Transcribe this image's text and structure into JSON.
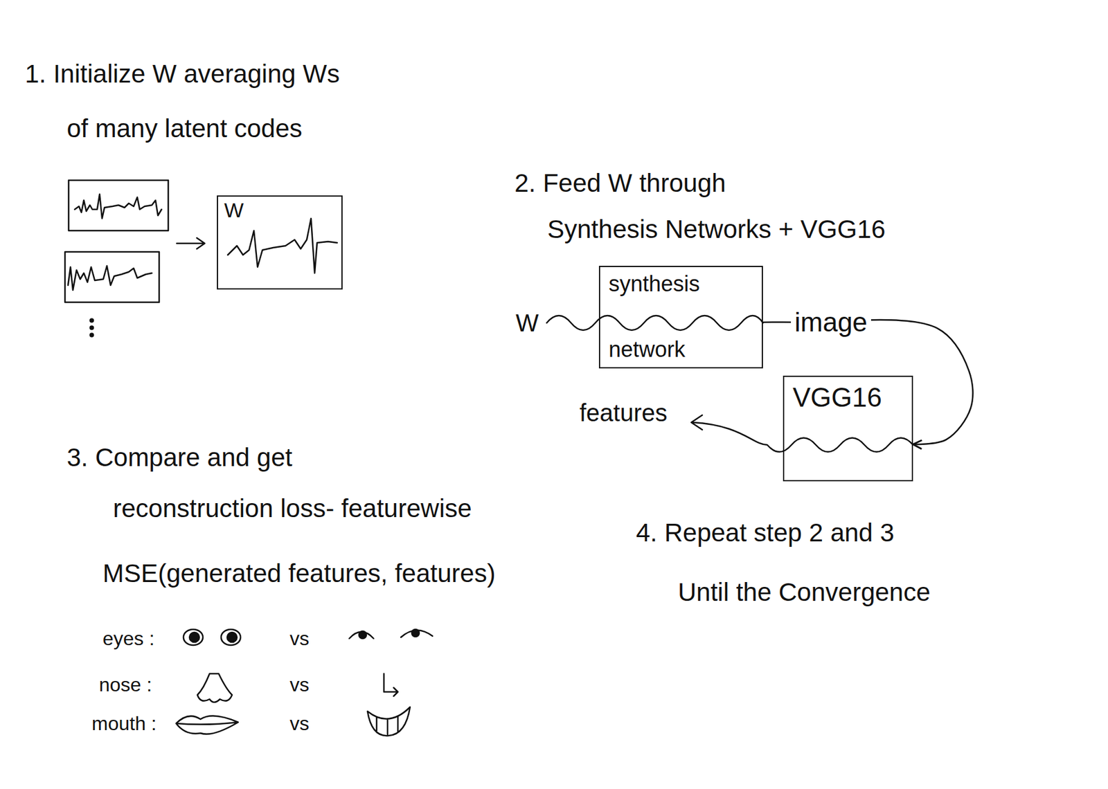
{
  "diagram": {
    "nodes": [
      {
        "text": [
          "W"
        ]
      },
      {
        "text": [
          "synthesis",
          "network"
        ]
      },
      {
        "text": [
          "VGG16"
        ]
      }
    ],
    "edges": [
      {
        "from": 1,
        "to": 2,
        "arrow": "to",
        "label": "image"
      }
    ],
    "labels": [
      "1. Initialize W averaging Ws of many latent codes",
      "2. Feed W through Synthesis Networks + VGG16",
      "W",
      "features",
      "3. Compare and get reconstruction loss- featurewise",
      "MSE(generated features, features)",
      "eyes :",
      "vs",
      "nose :",
      "vs",
      "mouth :",
      "vs",
      "4. Repeat step 2 and 3 Until the Convergence"
    ]
  }
}
